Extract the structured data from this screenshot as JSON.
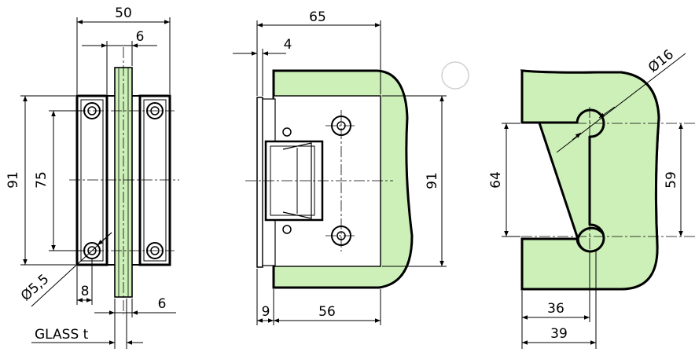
{
  "colors": {
    "glass_fill": "#ccf0b8",
    "line": "#000000",
    "background": "#ffffff"
  },
  "front_view": {
    "width": "50",
    "glass_thickness": "6",
    "height": "91",
    "hole_spacing": "75",
    "hole_diameter": "Ø5,5",
    "offset": "8",
    "glass_thickness_bottom": "6",
    "glass_label": "GLASS t"
  },
  "side_view": {
    "width": "65",
    "plate_thickness": "4",
    "height": "91",
    "bottom_offset": "9",
    "bottom_depth": "56"
  },
  "cutout_view": {
    "hole_diameter": "Ø16",
    "hole_spacing_left": "64",
    "hole_spacing_right": "59",
    "depth_inner": "36",
    "depth_outer": "39"
  }
}
